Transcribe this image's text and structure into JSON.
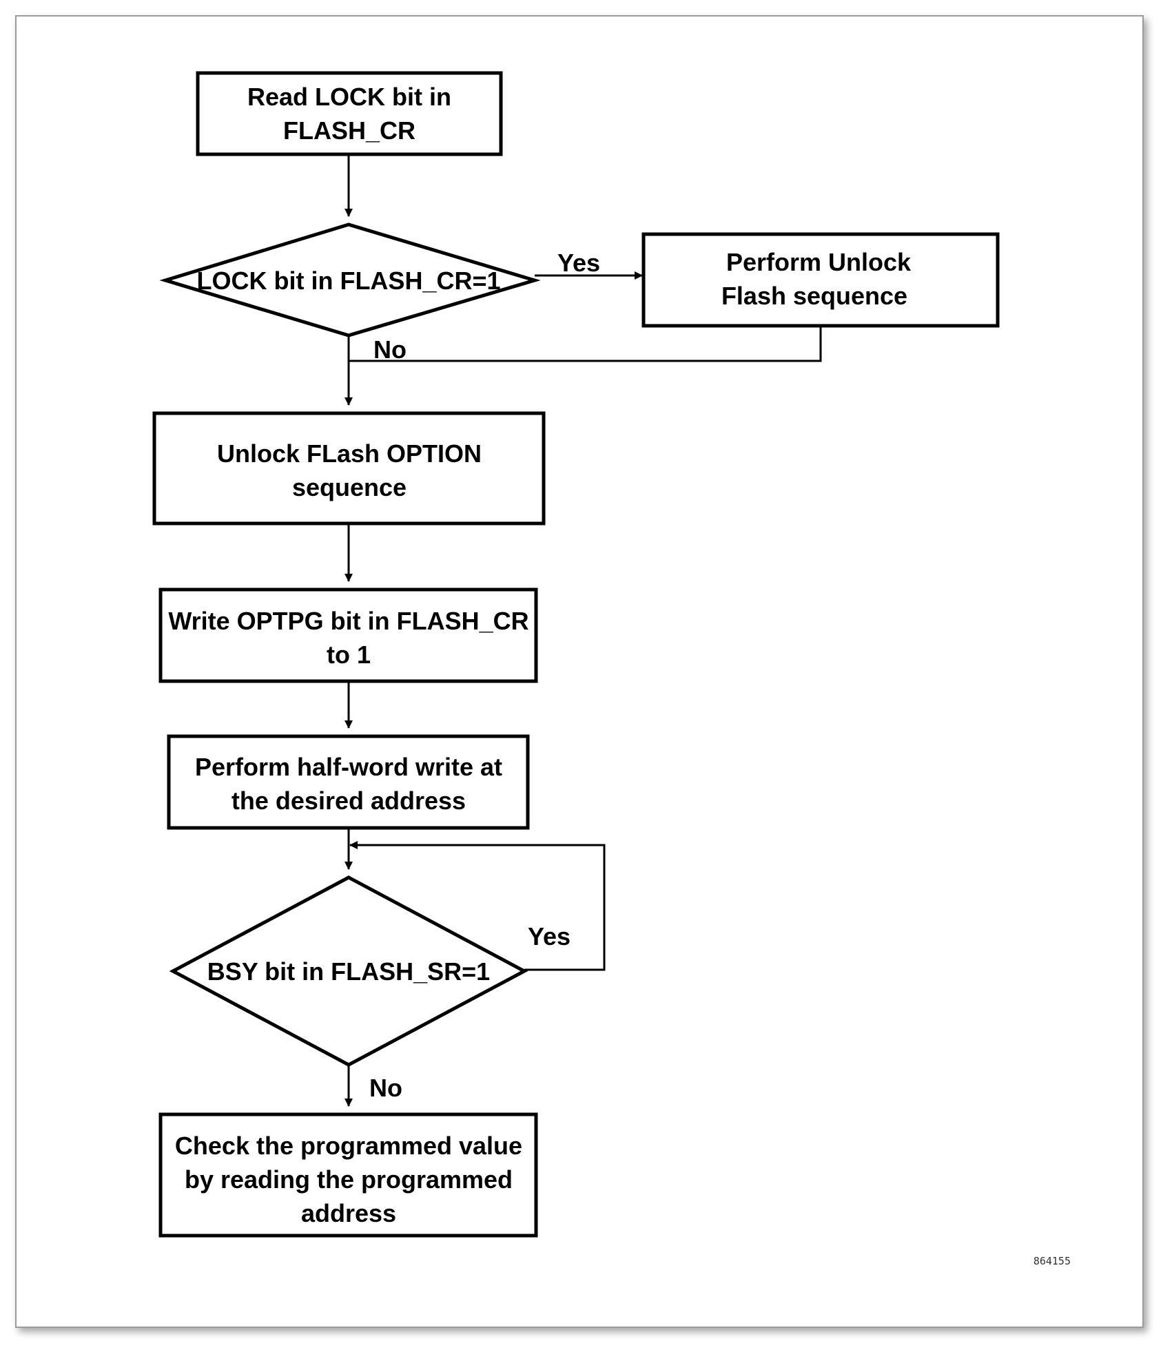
{
  "nodes": {
    "read_lock": {
      "lines": [
        "Read LOCK bit in",
        "FLASH_CR"
      ]
    },
    "lock_decision": {
      "lines": [
        "LOCK bit in FLASH_CR=1"
      ]
    },
    "unlock_flash": {
      "lines": [
        "Perform Unlock",
        "Flash sequence"
      ]
    },
    "unlock_option": {
      "lines": [
        "Unlock FLash OPTION",
        "sequence"
      ]
    },
    "write_optpg": {
      "lines": [
        "Write OPTPG bit in FLASH_CR",
        "to 1"
      ]
    },
    "half_word_write": {
      "lines": [
        "Perform half-word write at",
        "the desired address"
      ]
    },
    "bsy_decision": {
      "lines": [
        "BSY bit in FLASH_SR=1"
      ]
    },
    "check_value": {
      "lines": [
        "Check the programmed value",
        "by reading the programmed",
        "address"
      ]
    }
  },
  "edge_labels": {
    "lock_yes": "Yes",
    "lock_no": "No",
    "bsy_yes": "Yes",
    "bsy_no": "No"
  },
  "figure_id": "864155"
}
